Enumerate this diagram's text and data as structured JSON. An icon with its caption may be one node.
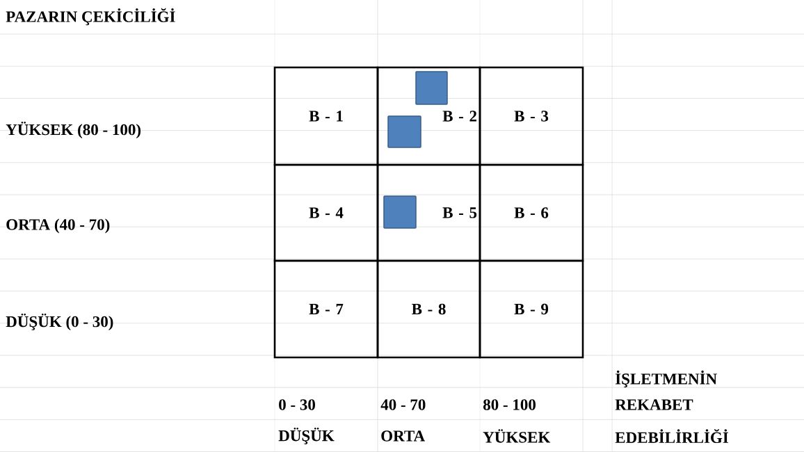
{
  "diagram": {
    "nodes": [
      {
        "text": [
          "B - 1"
        ]
      },
      {
        "text": [
          "B - 2"
        ]
      },
      {
        "text": [],
        "shape": "box",
        "in": 1
      },
      {
        "text": [],
        "shape": "box",
        "in": 1
      },
      {
        "text": [
          "B - 3"
        ]
      },
      {
        "text": [
          "B - 4"
        ]
      },
      {
        "text": [
          "B - 5"
        ]
      },
      {
        "text": [],
        "shape": "box",
        "in": 6
      },
      {
        "text": [
          "B - 6"
        ]
      },
      {
        "text": [
          "B - 7"
        ]
      },
      {
        "text": [
          "B - 8"
        ]
      },
      {
        "text": [
          "B - 9"
        ]
      }
    ],
    "labels": [
      "PAZARIN ÇEKİCİLİĞİ",
      "YÜKSEK (80 - 100)",
      "ORTA (40 - 70)",
      "DÜŞÜK (0 - 30)",
      "İŞLETMENİN",
      "0 - 30",
      "40 - 70",
      "80 - 100",
      "REKABET",
      "DÜŞÜK",
      "ORTA",
      "YÜKSEK",
      "EDEBİLİRLİĞİ"
    ]
  }
}
